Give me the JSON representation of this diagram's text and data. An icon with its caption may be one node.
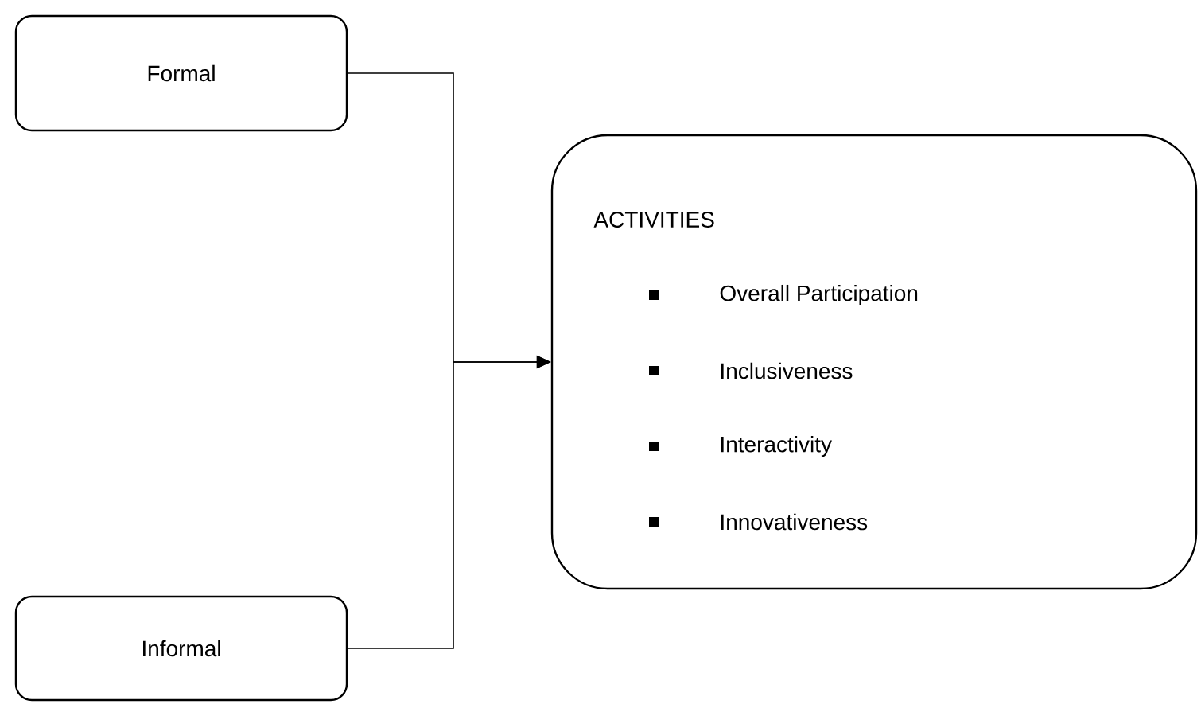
{
  "diagram": {
    "nodes": [
      {
        "text": [
          "Formal"
        ]
      },
      {
        "text": [
          "Informal"
        ]
      },
      {
        "text": [
          "ACTIVITIES",
          "Overall Participation",
          "Inclusiveness",
          "Interactivity",
          "Innovativeness"
        ]
      }
    ],
    "edges": [
      {
        "from": 0,
        "to": 2,
        "arrow": "to"
      },
      {
        "from": 1,
        "to": 2,
        "arrow": "to"
      }
    ]
  }
}
